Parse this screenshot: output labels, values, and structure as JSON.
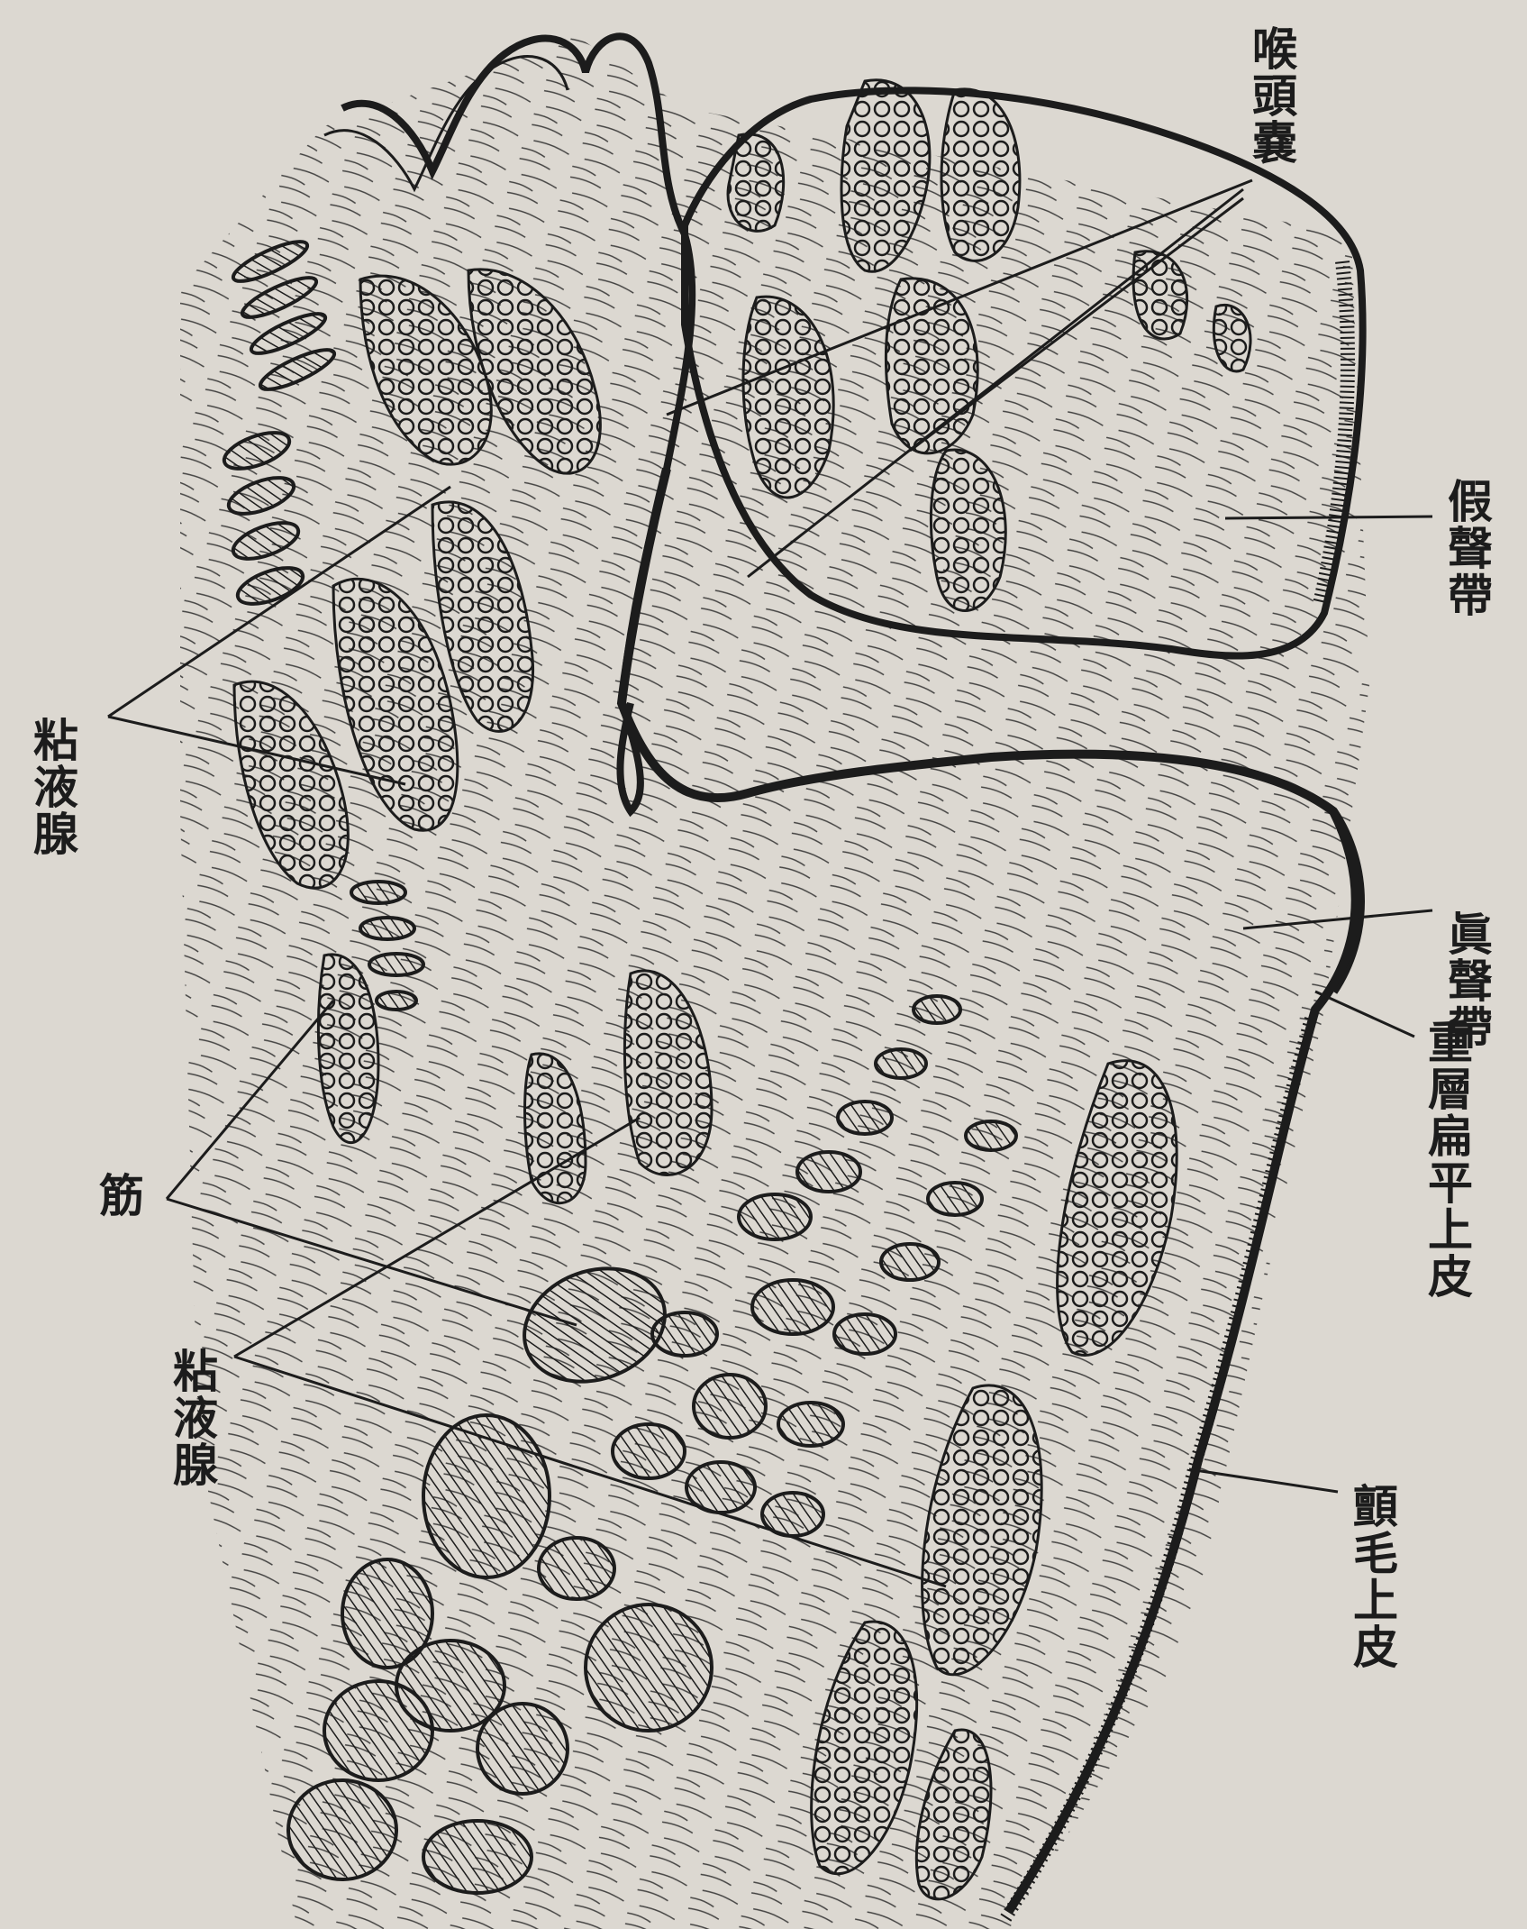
{
  "figure": {
    "description_labels": {
      "larynx_sac": "喉頭嚢",
      "false_cord": "假聲帶",
      "mucous_gland_left": "粘液腺",
      "true_cord": "眞聲帶",
      "stratified_squamous_epithelium": "重層扁平上皮",
      "muscle": "筋",
      "mucous_gland_center": "粘液腺",
      "ciliated_epithelium": "顫毛上皮"
    },
    "colors": {
      "paper": "#dcd8d1",
      "ink": "#1c1c1c"
    }
  }
}
